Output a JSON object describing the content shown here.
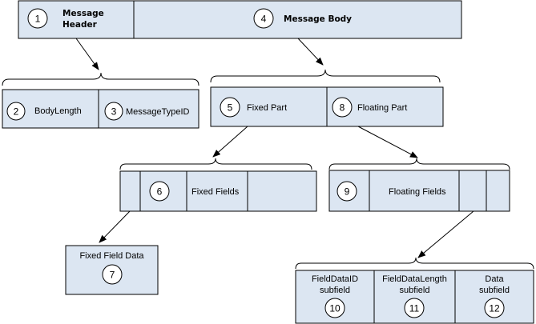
{
  "colors": {
    "box_fill": "#dce6f2",
    "stroke": "#000000",
    "circle_fill": "#ffffff"
  },
  "nodes": {
    "message_header": {
      "number": "1",
      "line1": "Message",
      "line2": "Header"
    },
    "message_body": {
      "number": "4",
      "label": "Message Body"
    },
    "body_length": {
      "number": "2",
      "label": "BodyLength"
    },
    "message_type_id": {
      "number": "3",
      "label": "MessageTypeID"
    },
    "fixed_part": {
      "number": "5",
      "label": "Fixed Part"
    },
    "floating_part": {
      "number": "8",
      "label": "Floating Part"
    },
    "fixed_fields": {
      "number": "6",
      "label": "Fixed Fields"
    },
    "floating_fields": {
      "number": "9",
      "label": "Floating Fields"
    },
    "fixed_field_data": {
      "number": "7",
      "label": "Fixed Field Data"
    },
    "field_data_id": {
      "number": "10",
      "line1": "FieldDataID",
      "line2": "subfield"
    },
    "field_data_length": {
      "number": "11",
      "line1": "FieldDataLength",
      "line2": "subfield"
    },
    "data_subfield": {
      "number": "12",
      "line1": "Data",
      "line2": "subfield"
    }
  }
}
